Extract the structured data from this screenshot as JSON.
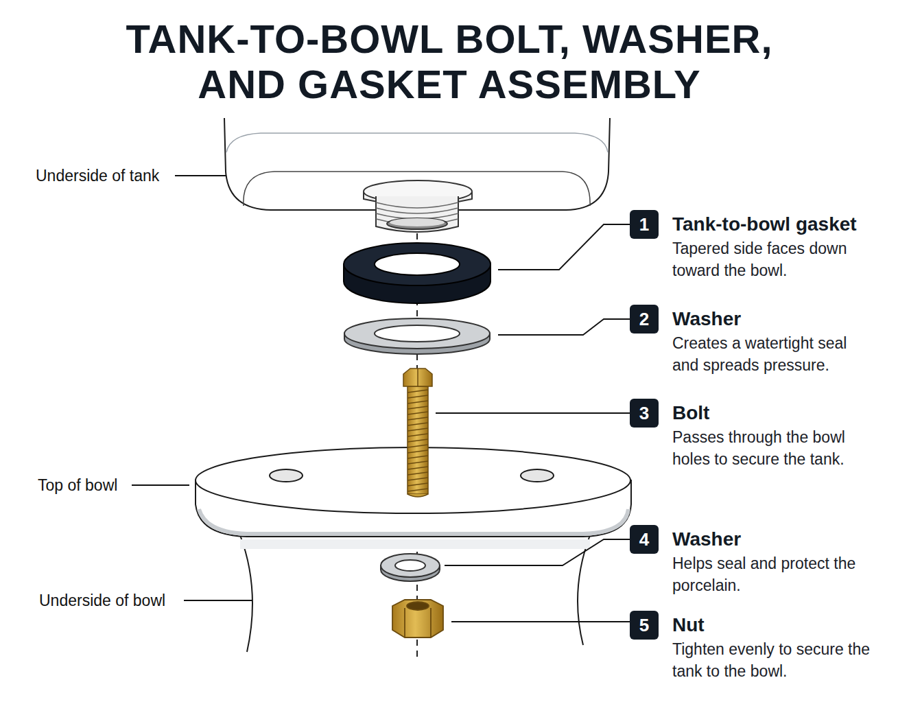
{
  "diagram": {
    "title": "TANK-TO-BOWL BOLT, WASHER, AND GASKET ASSEMBLY",
    "nodes": [
      {
        "text": [
          "1",
          "Tank-to-bowl gasket",
          "Tapered side faces down toward the bowl."
        ]
      },
      {
        "text": [
          "2",
          "Washer",
          "Creates a watertight seal and spreads pressure."
        ]
      },
      {
        "text": [
          "3",
          "Bolt",
          "Passes through the bowl holes to secure the tank."
        ]
      },
      {
        "text": [
          "4",
          "Washer",
          "Helps seal and protect the porcelain."
        ]
      },
      {
        "text": [
          "5",
          "Nut",
          "Tighten evenly to secure the tank to the bowl."
        ]
      }
    ],
    "labels": [
      "Underside of tank",
      "Top of bowl",
      "Underside of bowl"
    ]
  }
}
